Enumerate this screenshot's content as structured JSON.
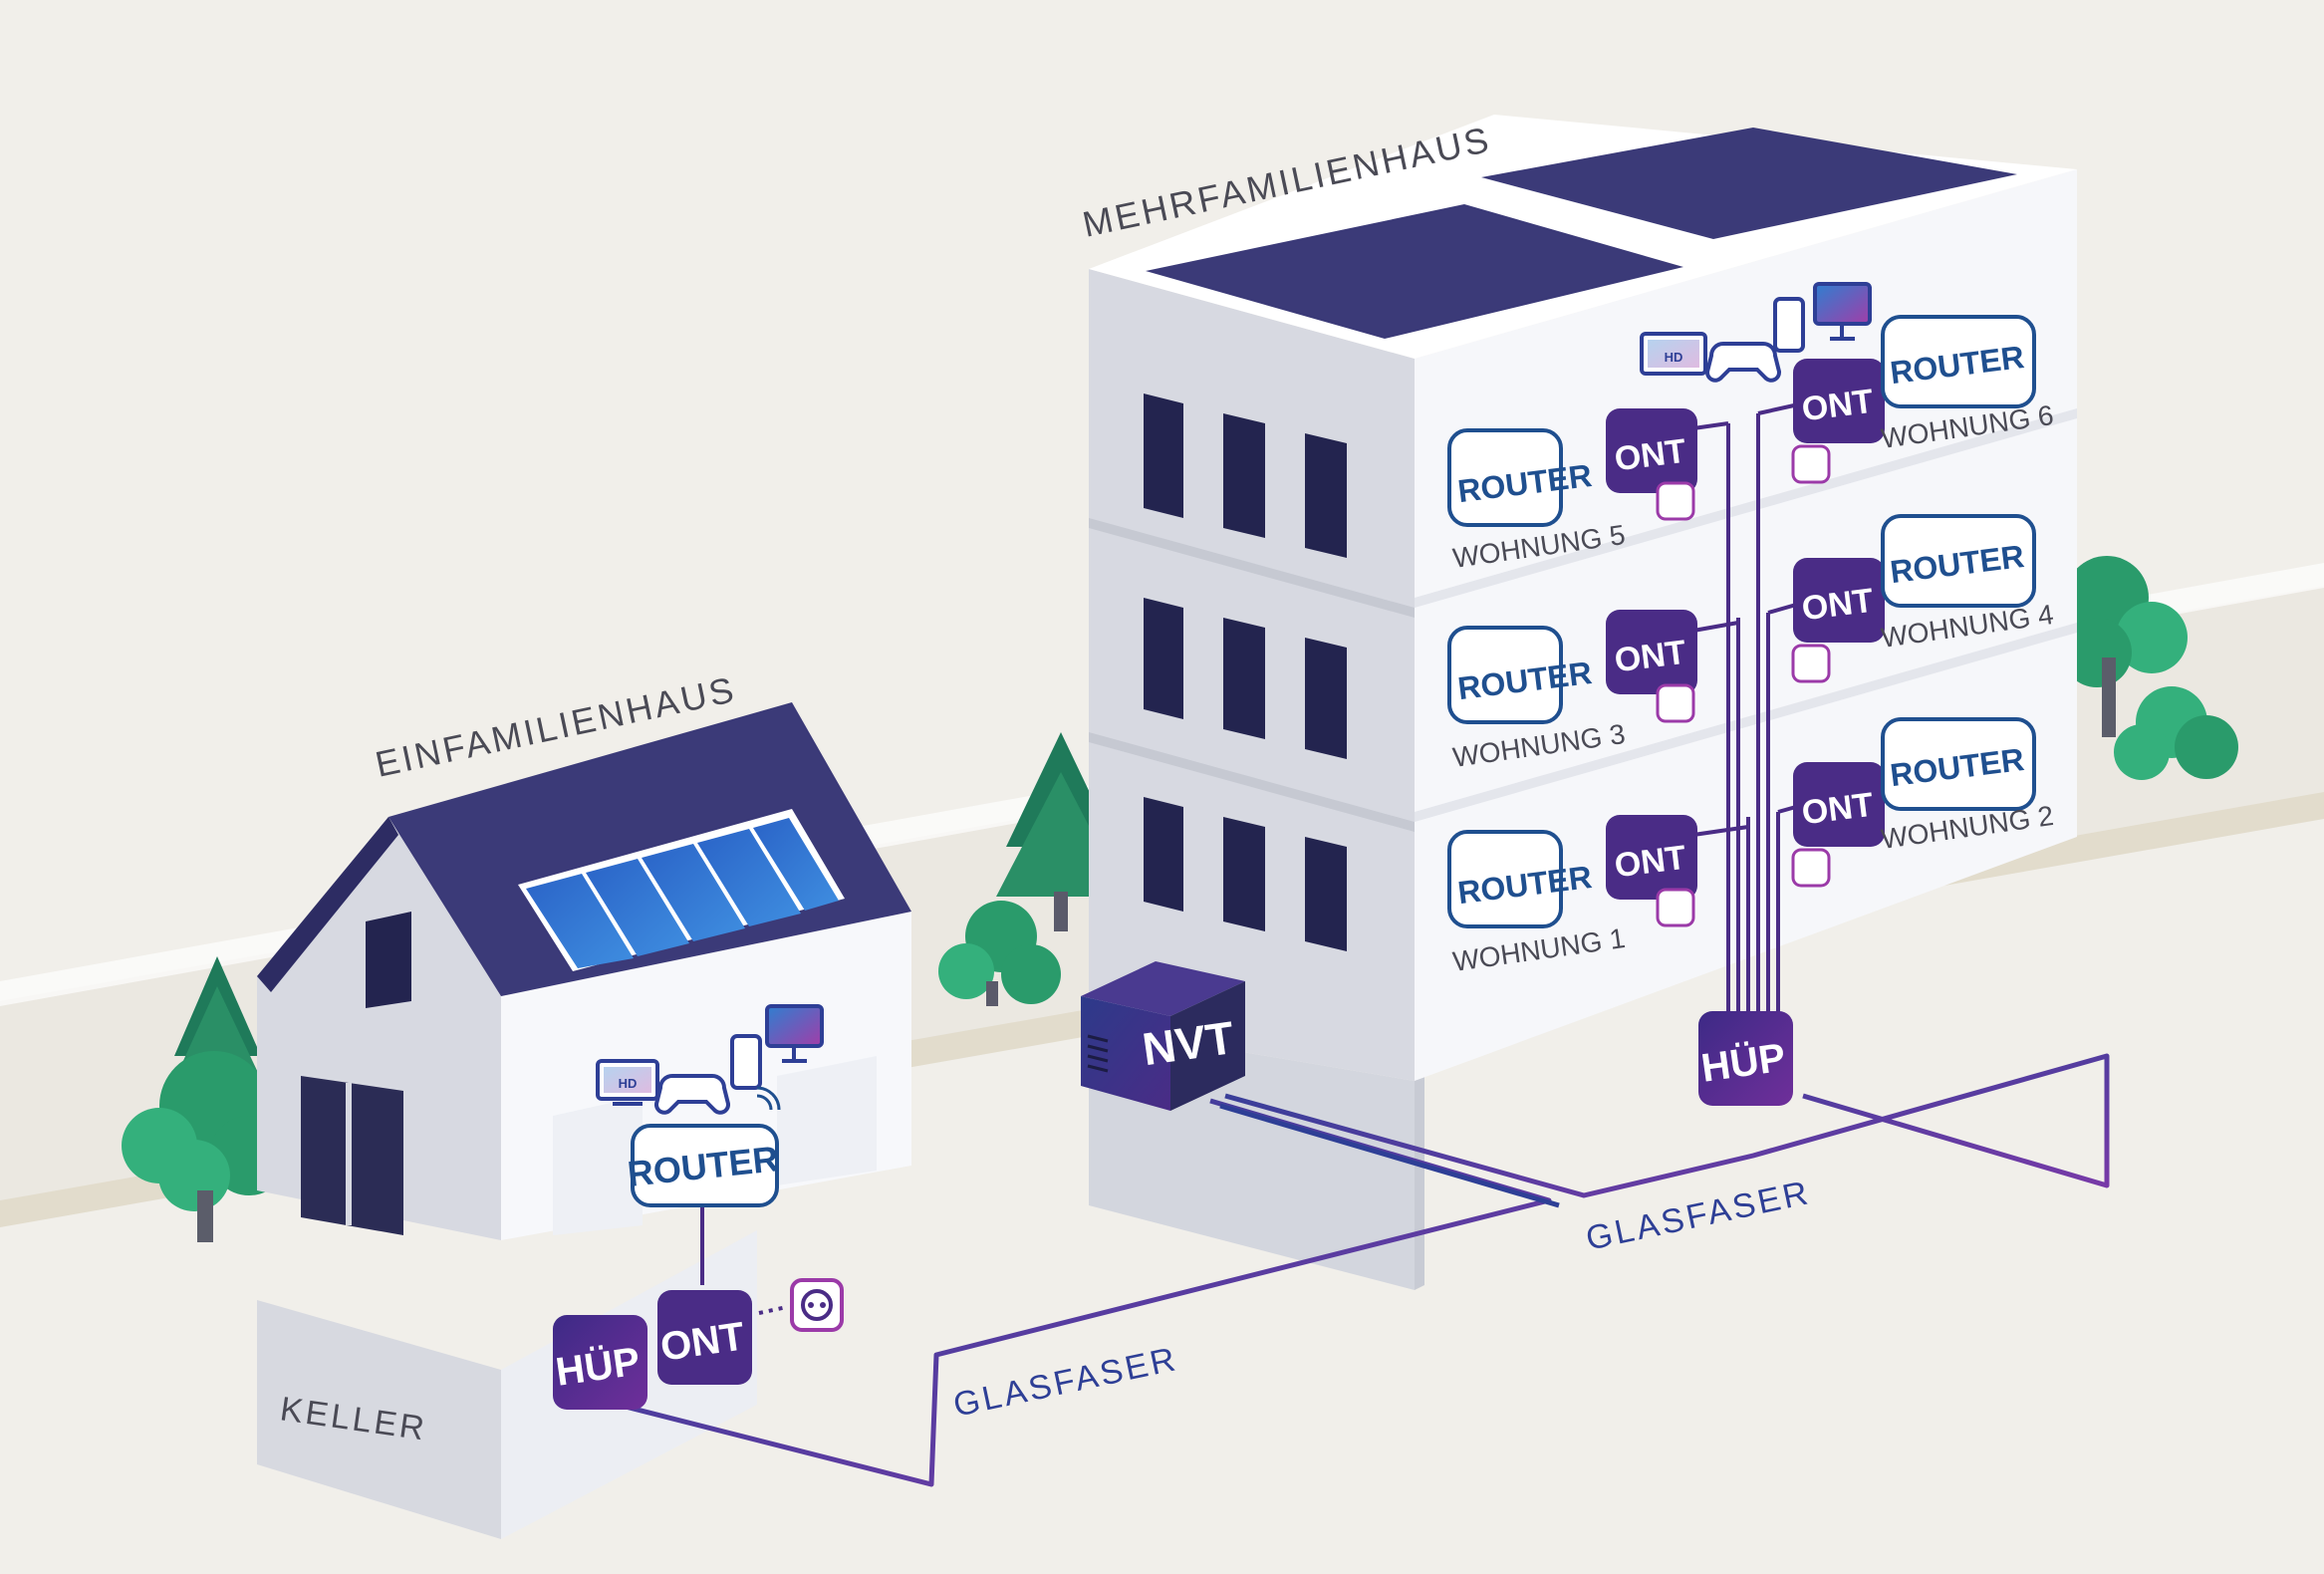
{
  "labels": {
    "einfamilienhaus": "EINFAMILIENHAUS",
    "mehrfamilienhaus": "MEHRFAMILIENHAUS",
    "keller": "KELLER",
    "glasfaser_left": "GLASFASER",
    "glasfaser_right": "GLASFASER"
  },
  "house": {
    "router": "ROUTER",
    "hup": "HÜP",
    "ont": "ONT",
    "tv_label": "HD"
  },
  "building": {
    "nvt": "NVT",
    "hup": "HÜP",
    "tv_label": "HD",
    "apartments": [
      {
        "router": "ROUTER",
        "ont": "ONT",
        "name": "WOHNUNG 5"
      },
      {
        "router": "ROUTER",
        "ont": "ONT",
        "name": "WOHNUNG 6"
      },
      {
        "router": "ROUTER",
        "ont": "ONT",
        "name": "WOHNUNG 3"
      },
      {
        "router": "ROUTER",
        "ont": "ONT",
        "name": "WOHNUNG 4"
      },
      {
        "router": "ROUTER",
        "ont": "ONT",
        "name": "WOHNUNG 1"
      },
      {
        "router": "ROUTER",
        "ont": "ONT",
        "name": "WOHNUNG 2"
      }
    ]
  },
  "colors": {
    "background": "#f1efea",
    "wall_light": "#ffffff",
    "wall_shade": "#d9dce4",
    "roof": "#3b3a78",
    "router_blue": "#1f4f8f",
    "ont_purple": "#4a2c86",
    "fiber_blue": "#2e3f96",
    "fiber_purple": "#6a3aa2",
    "tree_green": "#2a9b6b"
  }
}
